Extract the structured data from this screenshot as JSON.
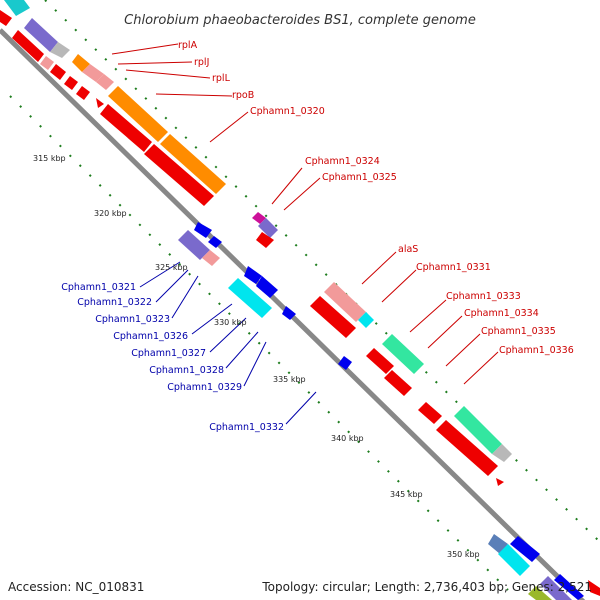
{
  "title": "Chlorobium phaeobacteroides BS1, complete genome",
  "footer": {
    "accession": "Accession: NC_010831",
    "topology": "Topology: circular; Length: 2,736,403 bp; Genes: 2,521"
  },
  "colors": {
    "backbone": "#808080",
    "tick": "#1e7d1e",
    "forward_label": "#cc0000",
    "reverse_label": "#0000aa"
  },
  "ticks": [
    "315 kbp",
    "320 kbp",
    "325 kbp",
    "330 kbp",
    "335 kbp",
    "340 kbp",
    "345 kbp",
    "350 kbp"
  ],
  "forward_labels": [
    "rplA",
    "rplJ",
    "rplL",
    "rpoB",
    "Cphamn1_0320",
    "Cphamn1_0324",
    "Cphamn1_0325",
    "alaS",
    "Cphamn1_0331",
    "Cphamn1_0333",
    "Cphamn1_0334",
    "Cphamn1_0335",
    "Cphamn1_0336"
  ],
  "reverse_labels": [
    "Cphamn1_0321",
    "Cphamn1_0322",
    "Cphamn1_0323",
    "Cphamn1_0326",
    "Cphamn1_0327",
    "Cphamn1_0328",
    "Cphamn1_0329",
    "Cphamn1_0332"
  ]
}
